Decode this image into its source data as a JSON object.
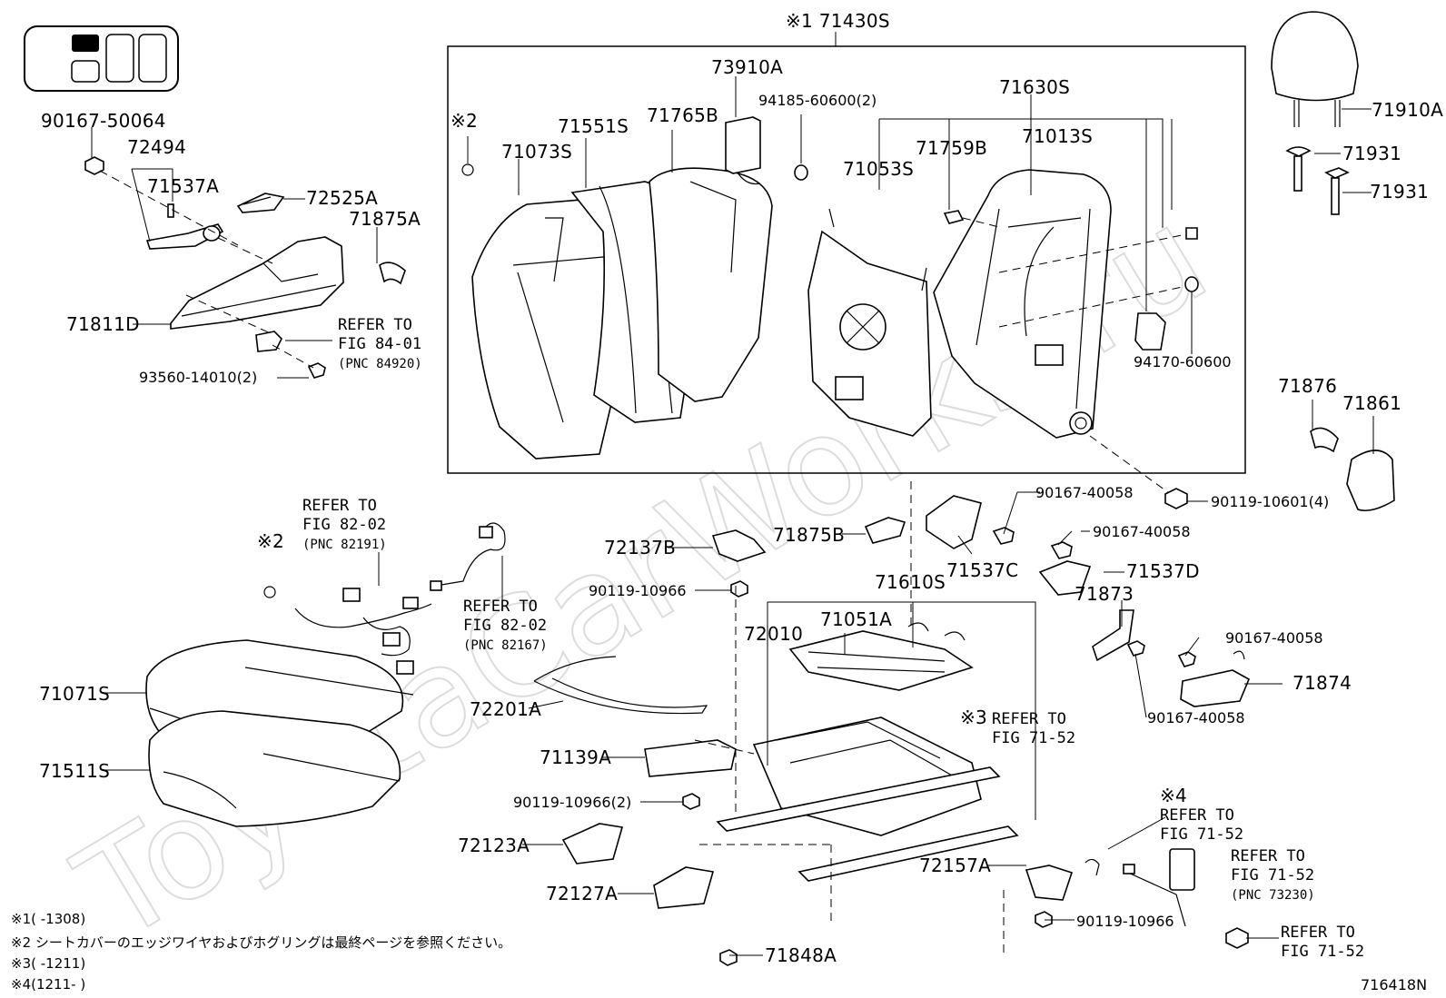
{
  "watermark": "ToyotaCarWorks.ru",
  "figure_code": "716418N",
  "assembly_seatback": "※1 71430S",
  "labels": {
    "p90167_50064": "90167-50064",
    "p72494": "72494",
    "p71537A": "71537A",
    "p72525A": "72525A",
    "p71875A": "71875A",
    "p71811D": "71811D",
    "p93560": "93560-14010(2)",
    "p73910A": "73910A",
    "p94185": "94185-60600(2)",
    "p71630S": "71630S",
    "p71551S": "71551S",
    "p71765B": "71765B",
    "p71073S": "71073S",
    "p71759B": "71759B",
    "p71013S": "71013S",
    "p71053S": "71053S",
    "p94170": "94170-60600",
    "p71910A": "71910A",
    "p71931a": "71931",
    "p71931b": "71931",
    "p71876": "71876",
    "p71861": "71861",
    "p90119_10601": "90119-10601(4)",
    "p90167_40058a": "90167-40058",
    "p90167_40058b": "90167-40058",
    "p90167_40058c": "90167-40058",
    "p90167_40058d": "90167-40058",
    "p71875B": "71875B",
    "p71537C": "71537C",
    "p71537D": "71537D",
    "p72137B": "72137B",
    "p90119_10966a": "90119-10966",
    "p71610S": "71610S",
    "p71051A": "71051A",
    "p72010": "72010",
    "p71873": "71873",
    "p71874": "71874",
    "p71071S": "71071S",
    "p71511S": "71511S",
    "p72201A": "72201A",
    "p71139A": "71139A",
    "p90119_10966_2": "90119-10966(2)",
    "p72123A": "72123A",
    "p72127A": "72127A",
    "p71848A": "71848A",
    "p72157A": "72157A",
    "p90119_10966b": "90119-10966",
    "mark2a": "※2",
    "mark2b": "※2",
    "mark3": "※3",
    "mark4": "※4"
  },
  "refs": {
    "r1": [
      "REFER TO",
      "FIG 84-01",
      "(PNC 84920)"
    ],
    "r2": [
      "REFER TO",
      "FIG 82-02",
      "(PNC 82191)"
    ],
    "r3": [
      "REFER TO",
      "FIG 82-02",
      "(PNC 82167)"
    ],
    "r4": [
      "REFER TO",
      "FIG 71-52"
    ],
    "r5": [
      "REFER TO",
      "FIG 71-52"
    ],
    "r6": [
      "REFER TO",
      "FIG 71-52",
      "(PNC 73230)"
    ],
    "r7": [
      "REFER TO",
      "FIG 71-52"
    ]
  },
  "footnotes": {
    "n1": "※1(     -1308)",
    "n2": "※2 シートカバーのエッジワイヤおよびホグリングは最終ページを参照ください。",
    "n3": "※3(     -1211)",
    "n4": "※4(1211-     )"
  }
}
